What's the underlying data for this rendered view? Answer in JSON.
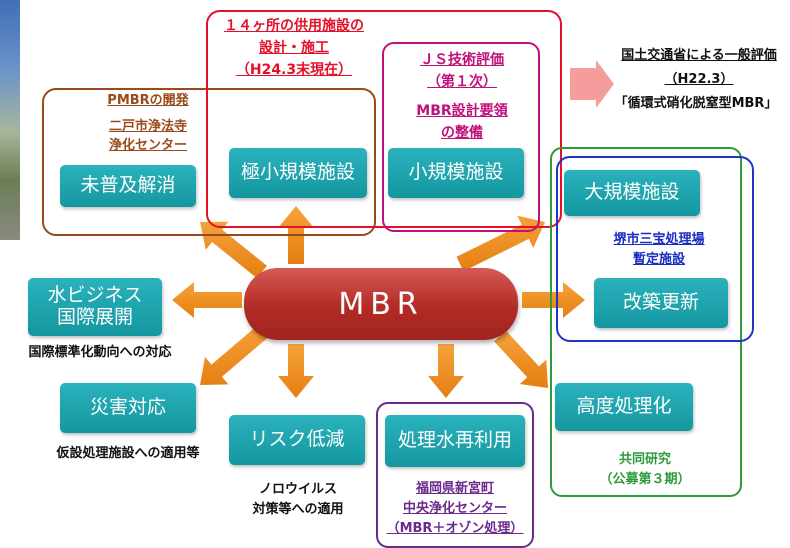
{
  "center": {
    "label": "MBR"
  },
  "nodes": {
    "mifukyu": "未普及解消",
    "gokushokibo": "極小規模施設",
    "shokibo": "小規模施設",
    "daikibo": "大規模施設",
    "kaichiku": "改築更新",
    "koudo": "高度処理化",
    "mizu_line1": "水ビジネス",
    "mizu_line2": "国際展開",
    "saigai": "災害対応",
    "risk": "リスク低減",
    "saiyou": "処理水再利用"
  },
  "annotations": {
    "pmbr_title": "PMBRの開発",
    "pmbr_site1": "二戸市浄法寺",
    "pmbr_site2": "浄化センター",
    "kyoyou1": "１４ヶ所の供用施設の",
    "kyoyou2": "設計・施工",
    "kyoyou3": "（H24.3末現在）",
    "js1": "ＪＳ技術評価",
    "js2": "（第１次）",
    "js3": "MBR設計要領",
    "js4": "の整備",
    "mlit1": "国土交通省による一般評価",
    "mlit2": "（H22.3）",
    "mlit3": "「循環式硝化脱窒型MBR」",
    "sakai1": "堺市三宝処理場",
    "sakai2": "暫定施設",
    "kokusai": "国際標準化動向への対応",
    "kasetsu": "仮設処理施設への適用等",
    "noro1": "ノロウイルス",
    "noro2": "対策等への適用",
    "fukuoka1": "福岡県新宮町",
    "fukuoka2": "中央浄化センター",
    "fukuoka3": "（MBR＋オゾン処理）",
    "kyodo1": "共同研究",
    "kyodo2": "（公募第３期）"
  },
  "colors": {
    "teal_box": "#1aa3ad",
    "mbr_red": "#b32b25",
    "arrow_orange": "#ef8c22",
    "frame_red": "#e4102a",
    "frame_brown": "#9a4a1a",
    "frame_magenta": "#c0117a",
    "frame_green": "#2f9a3a",
    "frame_blue": "#2233c8",
    "frame_purple": "#6b2a8c",
    "mlit_arrow": "#f39a9a"
  }
}
